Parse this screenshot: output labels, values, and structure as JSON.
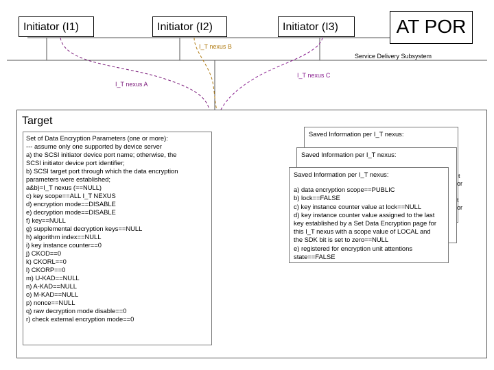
{
  "initiators": [
    {
      "label": "Initiator (I1)"
    },
    {
      "label": "Initiator (I2)"
    },
    {
      "label": "Initiator (I3)"
    }
  ],
  "por_label": "AT POR",
  "subsystem_label": "Service Delivery Subsystem",
  "nexus_labels": {
    "a": "I_T nexus A",
    "b": "I_T nexus B",
    "c": "I_T nexus C"
  },
  "colors": {
    "nexus_a": "#7a1a7a",
    "nexus_b": "#b07a10",
    "nexus_c": "#8a2090"
  },
  "target": {
    "title": "Target",
    "parameter_lines": [
      "Set of Data Encryption Parameters (one or more):",
      "--- assume only one supported by device server",
      "a) the SCSI initiator device port name; otherwise, the",
      "SCSI initiator device port identifier;",
      "b) SCSI target port through which the data encryption",
      "parameters were established;",
      "a&b)=I_T nexus (==NULL)",
      "c) key scope==ALL I_T NEXUS",
      "d) encryption mode==DISABLE",
      "e) decryption mode==DISABLE",
      "f) key==NULL",
      "g) supplemental decryption keys==NULL",
      "h) algorithm index==NULL",
      "i) key instance counter==0",
      "j) CKOD==0",
      "k) CKORL==0",
      "l) CKORP==0",
      "m) U-KAD==NULL",
      "n) A-KAD==NULL",
      "o) M-KAD==NULL",
      "p) nonce==NULL",
      "q) raw decryption mode disable==0",
      "r) check external encryption mode==0"
    ],
    "saved_header": "Saved Information per I_T nexus:",
    "saved_lines": [
      "a) data encryption scope==PUBLIC",
      "b) lock==FALSE",
      "c) key instance counter value at lock==NULL",
      "d) key instance counter value assigned to the last",
      "key established by a Set Data Encryption page for",
      "this I_T nexus with a scope value of LOCAL and",
      "the SDK bit is set to zero==NULL",
      "e) registered for encryption unit attentions",
      "state==FALSE"
    ],
    "peek_lines": [
      "t",
      "or"
    ]
  }
}
